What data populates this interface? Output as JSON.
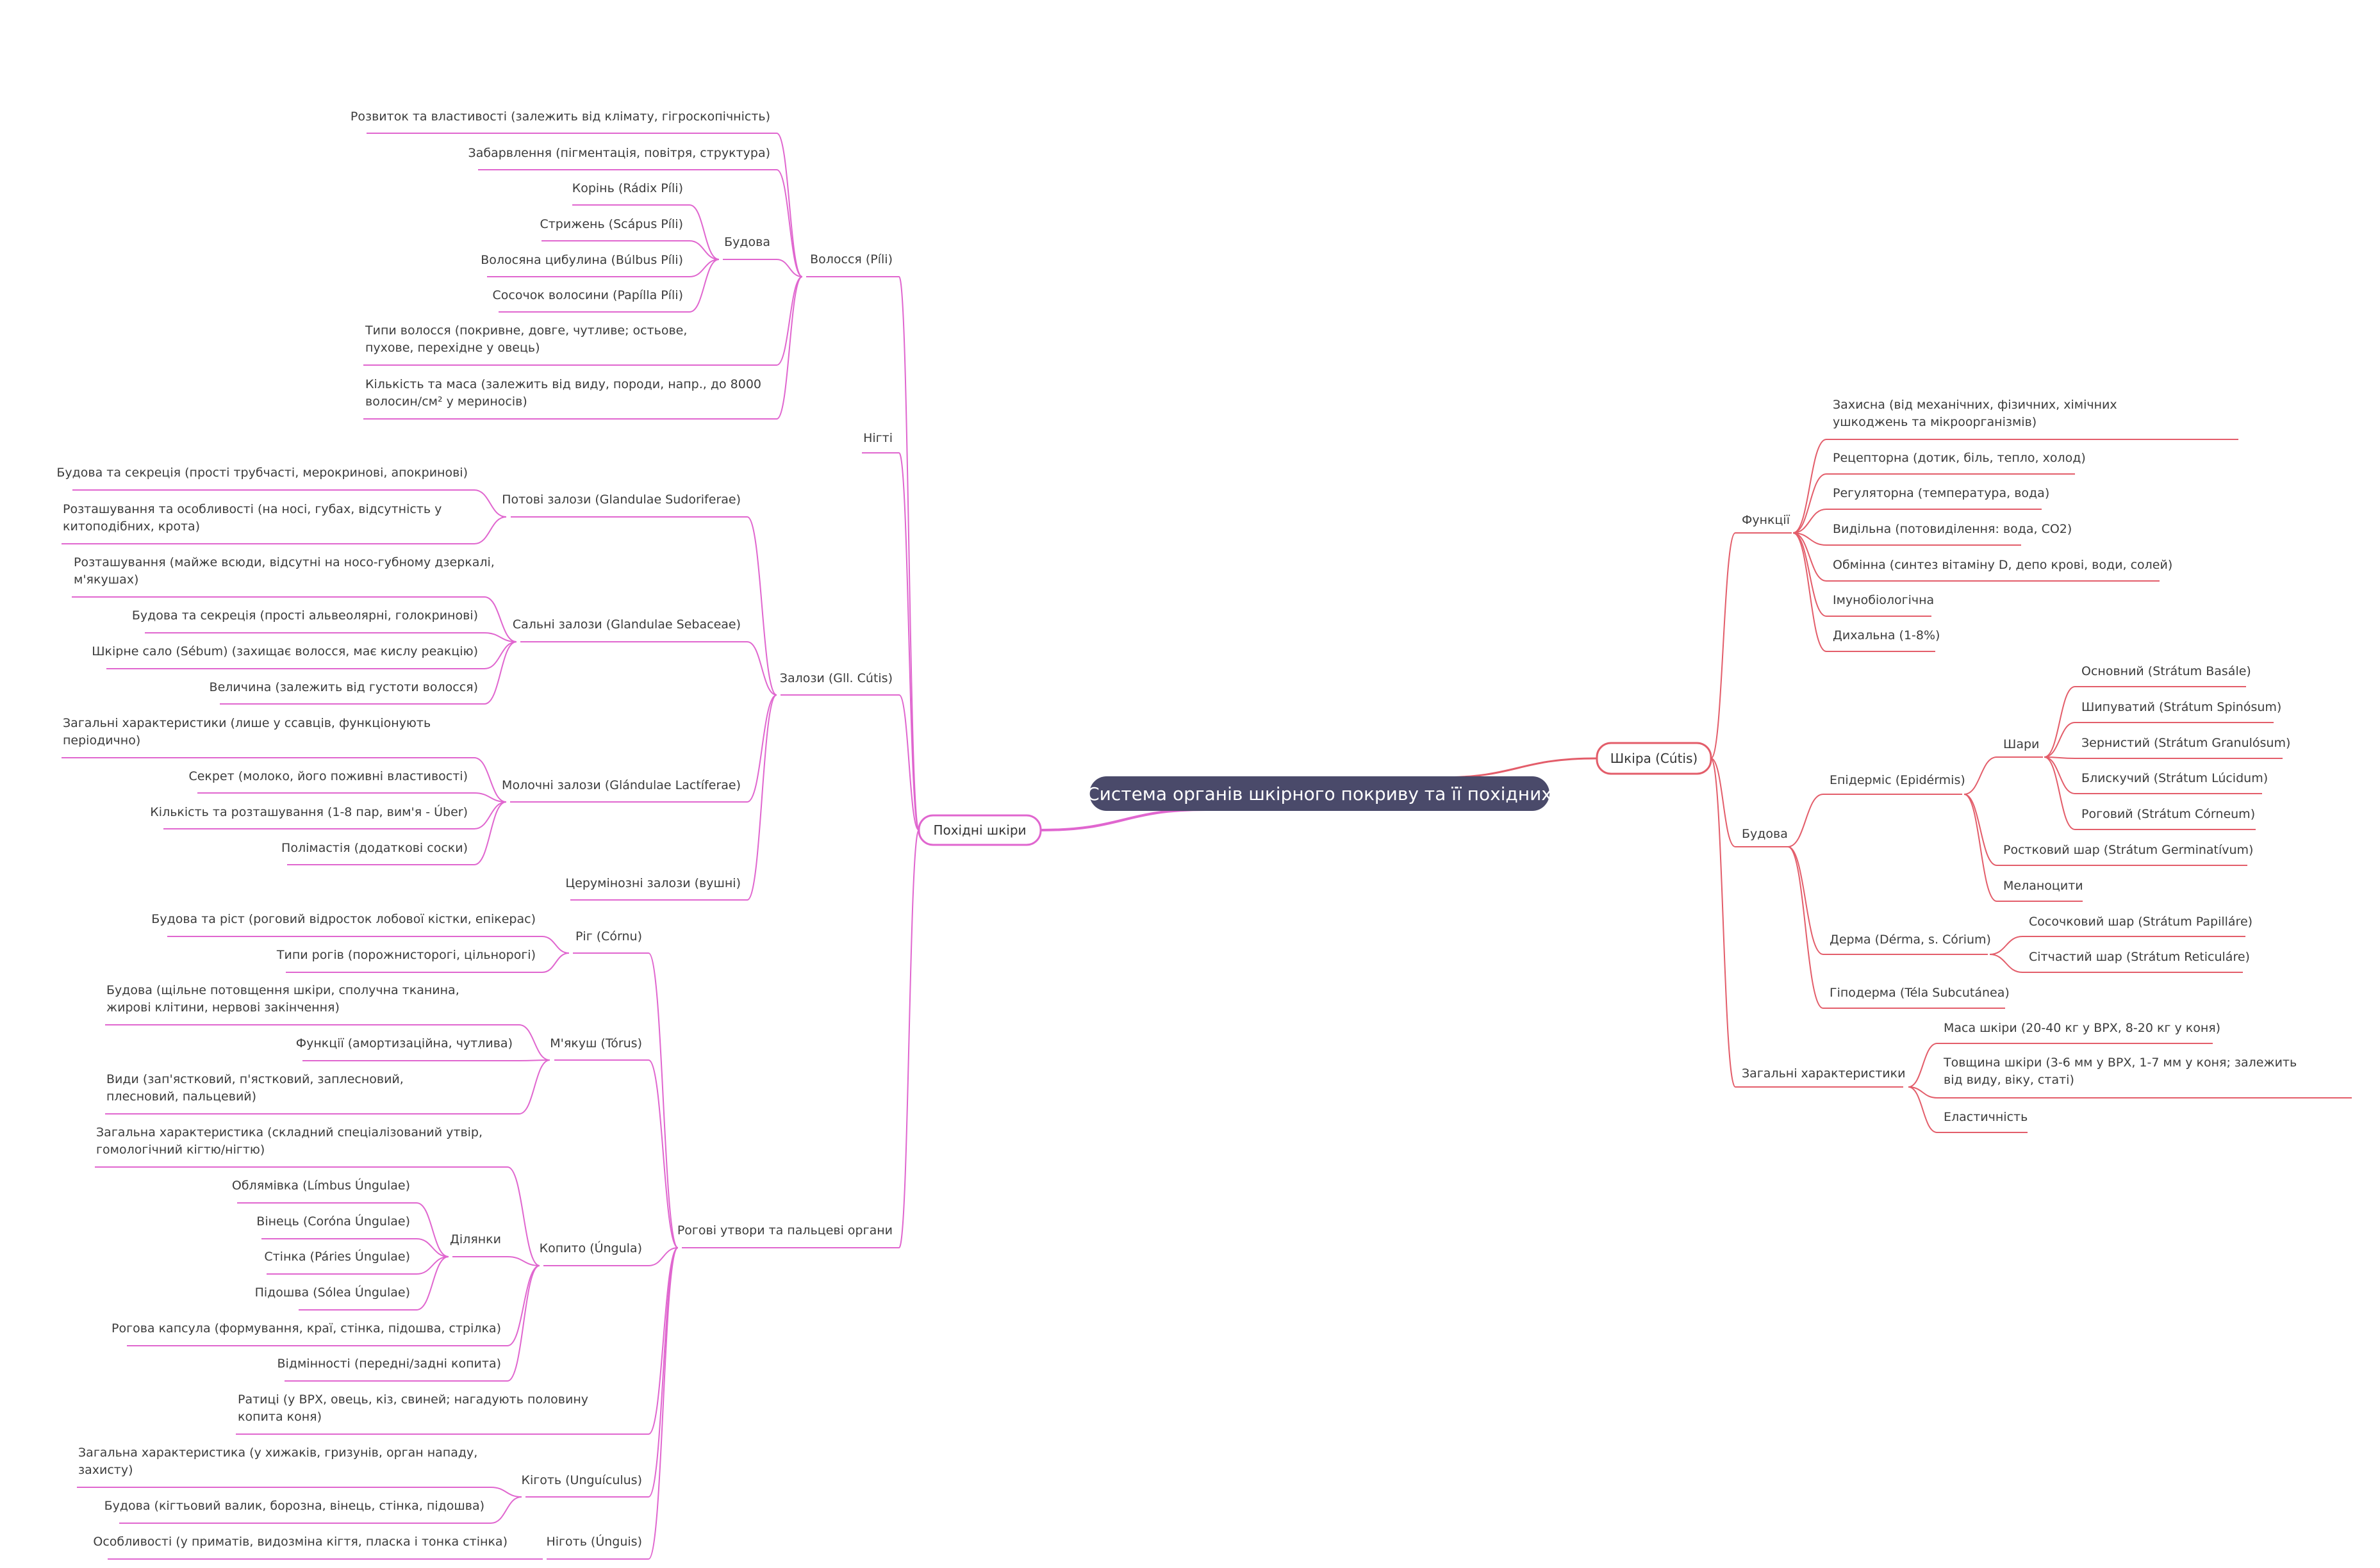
{
  "root": "Система органів шкірного покриву та її похідних",
  "colors": {
    "background": "#ffffff",
    "root_fill": "#4a4a6a",
    "root_text": "#ffffff",
    "text": "#3c3c3c",
    "skin_branch": "#e35d6a",
    "derivatives_branch": "#e066cf"
  },
  "branches": [
    {
      "label": "Шкіра (Cútis)",
      "color": "#e35d6a",
      "children": [
        {
          "label": "Функції",
          "children": [
            {
              "label": "Захисна (від механічних, фізичних, хімічних ушкоджень та мікроорганізмів)"
            },
            {
              "label": "Рецепторна (дотик, біль, тепло, холод)"
            },
            {
              "label": "Регуляторна (температура, вода)"
            },
            {
              "label": "Видільна (потовиділення: вода, CO2)"
            },
            {
              "label": "Обмінна (синтез вітаміну D, депо крові, води, солей)"
            },
            {
              "label": "Імунобіологічна"
            },
            {
              "label": "Дихальна (1-8%)"
            }
          ]
        },
        {
          "label": "Будова",
          "children": [
            {
              "label": "Епідерміс (Epidérmis)",
              "children": [
                {
                  "label": "Шари",
                  "children": [
                    {
                      "label": "Основний (Strátum Basále)"
                    },
                    {
                      "label": "Шипуватий (Strátum Spinósum)"
                    },
                    {
                      "label": "Зернистий (Strátum Granulósum)"
                    },
                    {
                      "label": "Блискучий (Strátum Lúcidum)"
                    },
                    {
                      "label": "Роговий (Strátum Córneum)"
                    }
                  ]
                },
                {
                  "label": "Ростковий шар (Strátum Germinatívum)"
                },
                {
                  "label": "Меланоцити"
                }
              ]
            },
            {
              "label": "Дерма (Dérma, s. Córium)",
              "children": [
                {
                  "label": "Сосочковий шар (Strátum Papilláre)"
                },
                {
                  "label": "Сітчастий шар (Strátum Reticuláre)"
                }
              ]
            },
            {
              "label": "Гіподерма (Téla Subcutánea)"
            }
          ]
        },
        {
          "label": "Загальні характеристики",
          "children": [
            {
              "label": "Маса шкіри (20-40 кг у ВРХ, 8-20 кг у коня)"
            },
            {
              "label": "Товщина шкіри (3-6 мм у ВРХ, 1-7 мм у коня; залежить від виду, віку, статі)"
            },
            {
              "label": "Еластичність"
            }
          ]
        }
      ]
    },
    {
      "label": "Похідні шкіри",
      "color": "#e066cf",
      "children": [
        {
          "label": "Волосся (Píli)",
          "children": [
            {
              "label": "Розвиток та властивості (залежить від клімату, гігроскопічність)"
            },
            {
              "label": "Забарвлення (пігментація, повітря, структура)"
            },
            {
              "label": "Будова",
              "children": [
                {
                  "label": "Корінь (Rádix Píli)"
                },
                {
                  "label": "Стрижень (Scápus Píli)"
                },
                {
                  "label": "Волосяна цибулина (Búlbus Píli)"
                },
                {
                  "label": "Сосочок волосини (Papílla Píli)"
                }
              ]
            },
            {
              "label": "Типи волосся (покривне, довге, чутливе; остьове, пухове, перехідне у овець)"
            },
            {
              "label": "Кількість та маса (залежить від виду, породи, напр., до 8000 волосин/см² у мериносів)"
            }
          ]
        },
        {
          "label": "Нігті"
        },
        {
          "label": "Залози (Gll. Cútis)",
          "children": [
            {
              "label": "Потові залози (Glandulae Sudoriferae)",
              "children": [
                {
                  "label": "Будова та секреція (прості трубчасті, мерокринові, апокринові)"
                },
                {
                  "label": "Розташування та особливості (на носі, губах, відсутність у китоподібних, крота)"
                }
              ]
            },
            {
              "label": "Сальні залози (Glandulae Sebaceae)",
              "children": [
                {
                  "label": "Розташування (майже всюди, відсутні на носо-губному дзеркалі, м'якушах)"
                },
                {
                  "label": "Будова та секреція (прості альвеолярні, голокринові)"
                },
                {
                  "label": "Шкірне сало (Sébum) (захищає волосся, має кислу реакцію)"
                },
                {
                  "label": "Величина (залежить від густоти волосся)"
                }
              ]
            },
            {
              "label": "Молочні залози (Glándulae Lactíferae)",
              "children": [
                {
                  "label": "Загальні характеристики (лише у ссавців, функціонують періодично)"
                },
                {
                  "label": "Секрет (молоко, його поживні властивості)"
                },
                {
                  "label": "Кількість та розташування (1-8 пар, вим'я - Úber)"
                },
                {
                  "label": "Полімастія (додаткові соски)"
                }
              ]
            },
            {
              "label": "Церумінозні залози (вушні)"
            }
          ]
        },
        {
          "label": "Рогові утвори та пальцеві органи",
          "children": [
            {
              "label": "Ріг (Córnu)",
              "children": [
                {
                  "label": "Будова та ріст (роговий відросток лобової кістки, епікерас)"
                },
                {
                  "label": "Типи рогів (порожнисторогі, цільнорогі)"
                }
              ]
            },
            {
              "label": "М'якуш (Tórus)",
              "children": [
                {
                  "label": "Будова (щільне потовщення шкіри, сполучна тканина, жирові клітини, нервові закінчення)"
                },
                {
                  "label": "Функції (амортизаційна, чутлива)"
                },
                {
                  "label": "Види (зап'ястковий, п'ястковий, заплесновий, плесновий, пальцевий)"
                }
              ]
            },
            {
              "label": "Копито (Úngula)",
              "children": [
                {
                  "label": "Загальна характеристика (складний спеціалізований утвір, гомологічний кігтю/нігтю)"
                },
                {
                  "label": "Ділянки",
                  "children": [
                    {
                      "label": "Облямівка (Límbus Úngulae)"
                    },
                    {
                      "label": "Вінець (Coróna Úngulae)"
                    },
                    {
                      "label": "Стінка (Páries Úngulae)"
                    },
                    {
                      "label": "Підошва (Sólea Úngulae)"
                    }
                  ]
                },
                {
                  "label": "Рогова капсула (формування, краї, стінка, підошва, стрілка)"
                },
                {
                  "label": "Відмінності (передні/задні копита)"
                }
              ]
            },
            {
              "label": "Ратиці (у ВРХ, овець, кіз, свиней; нагадують половину копита коня)"
            },
            {
              "label": "Кіготь (Unguículus)",
              "children": [
                {
                  "label": "Загальна характеристика (у хижаків, гризунів, орган нападу, захисту)"
                },
                {
                  "label": "Будова (кігтьовий валик, борозна, вінець, стінка, підошва)"
                }
              ]
            },
            {
              "label": "Ніготь (Únguis)",
              "children": [
                {
                  "label": "Особливості (у приматів, видозміна кігтя, пласка і тонка стінка)"
                }
              ]
            }
          ]
        }
      ]
    }
  ]
}
